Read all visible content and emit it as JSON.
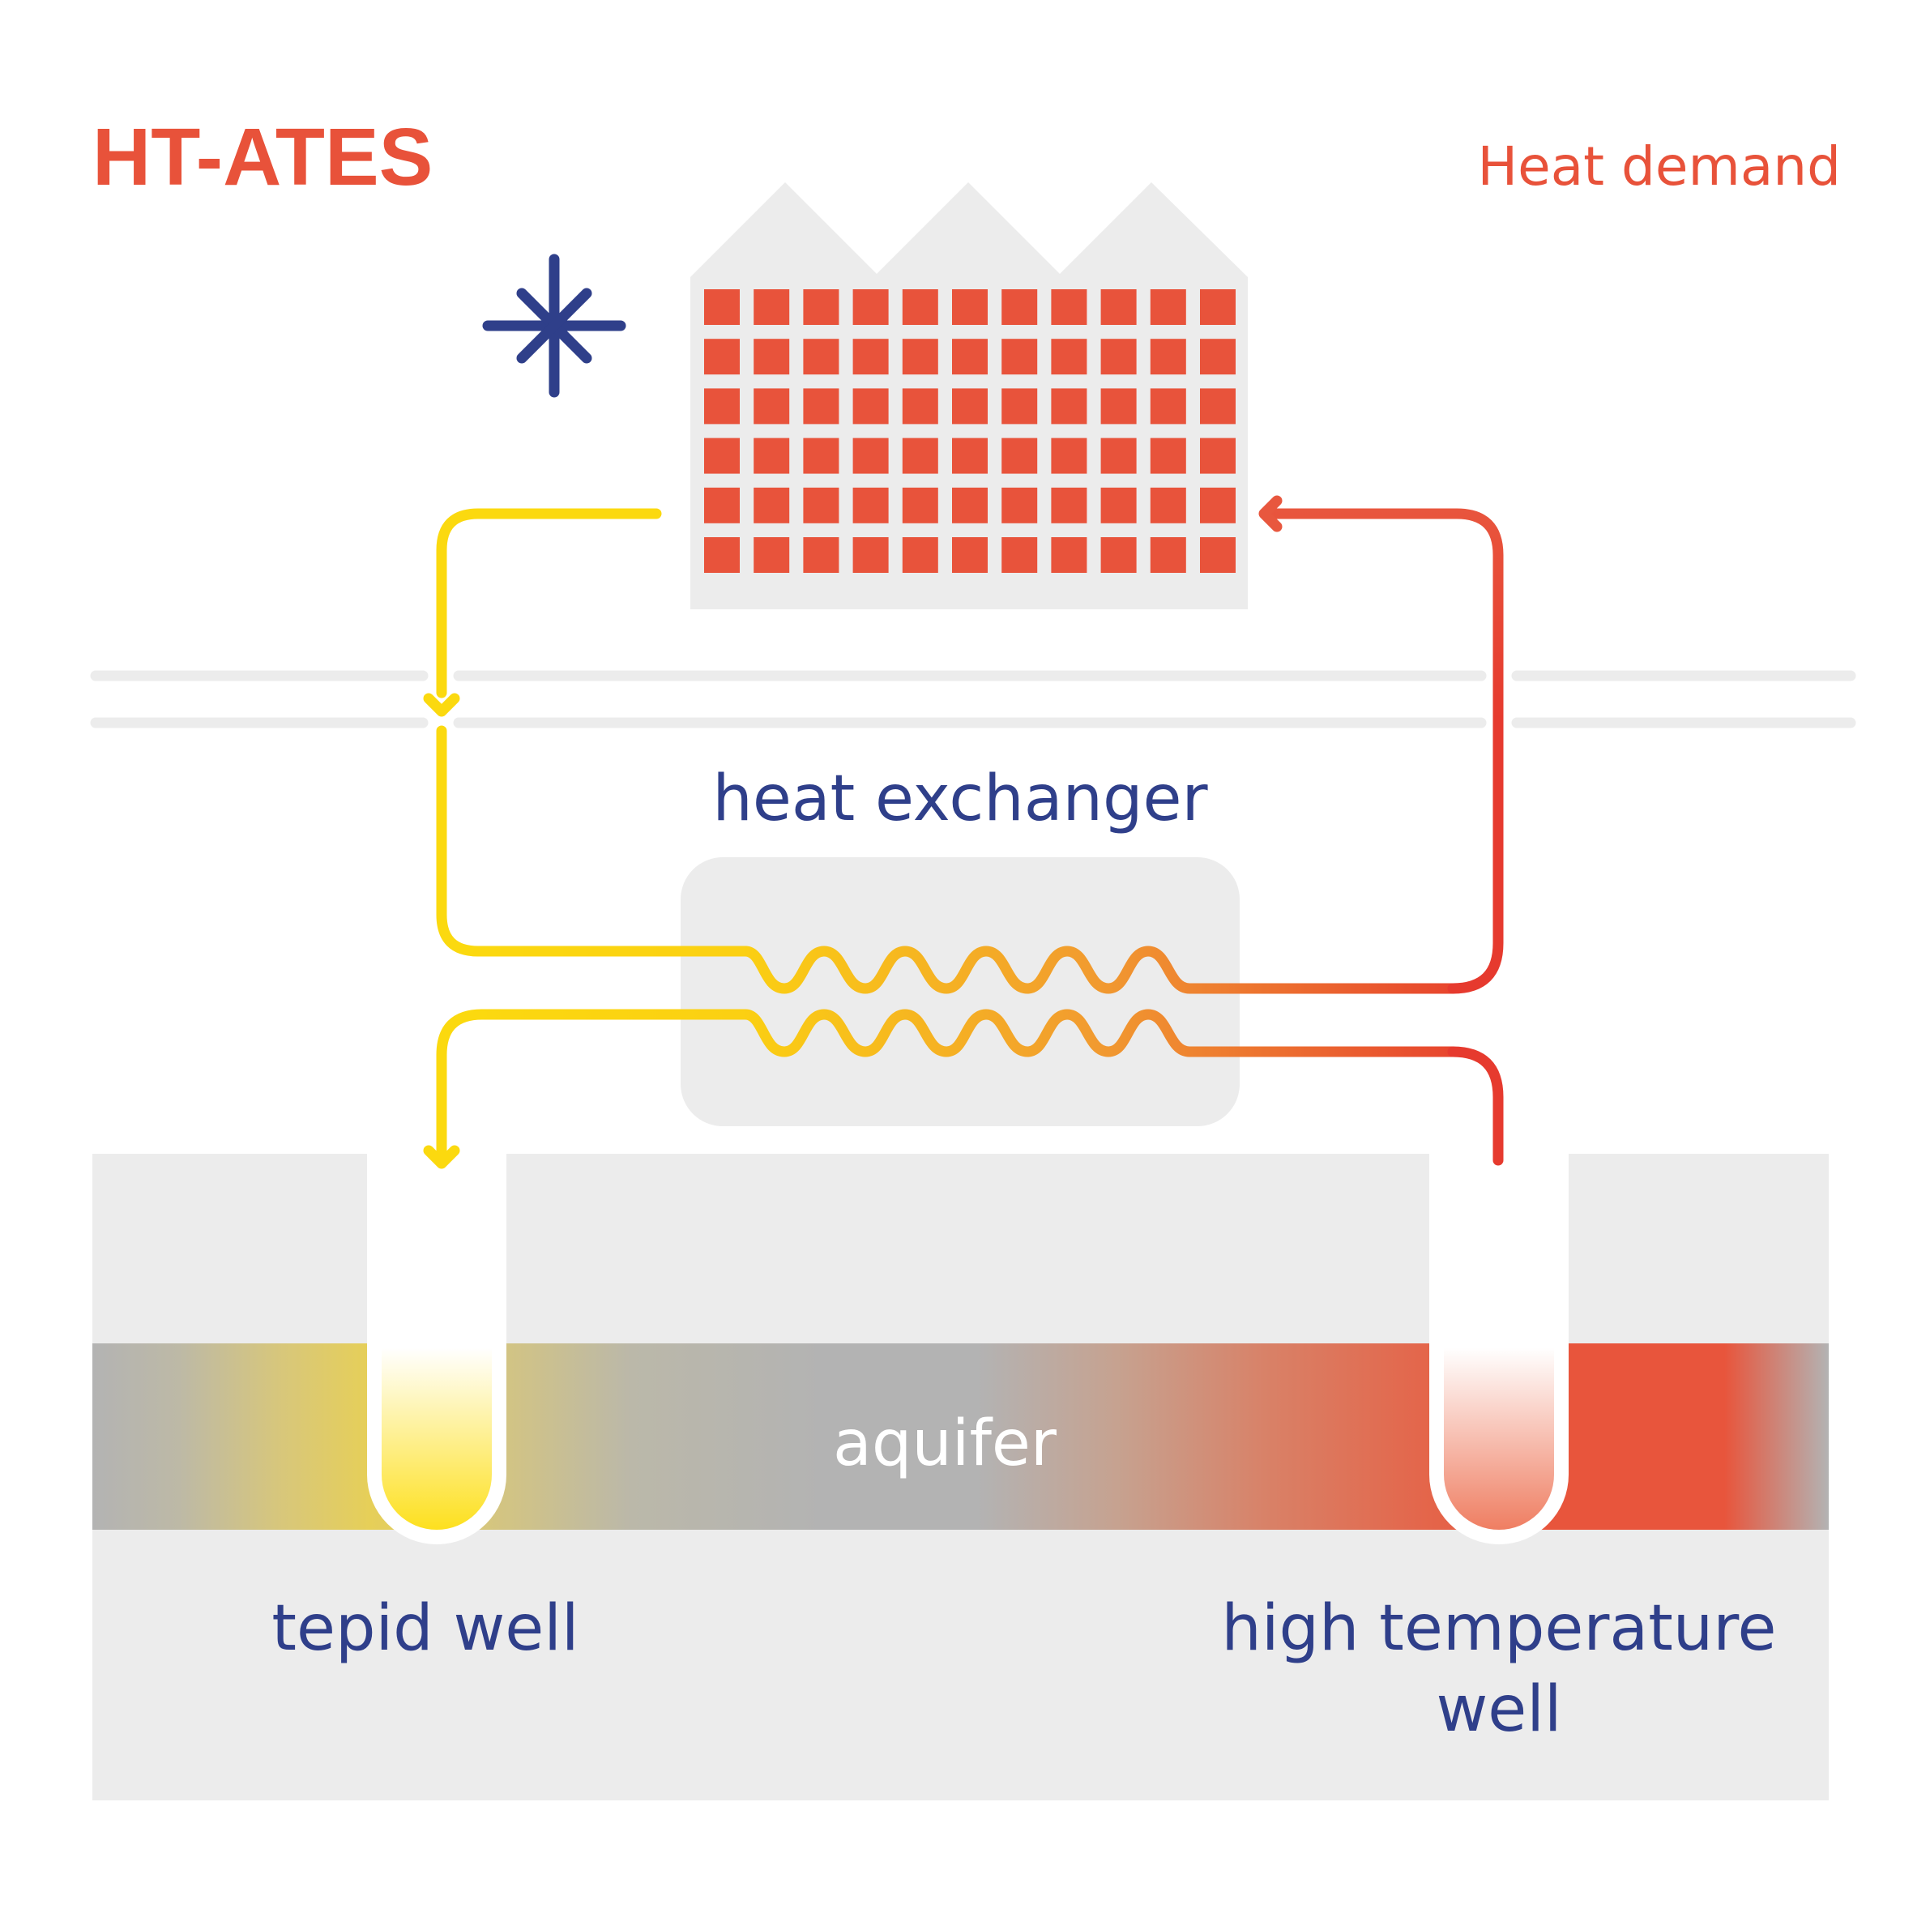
{
  "title": "HT-ATES",
  "subtitle": "Heat demand",
  "labels": {
    "heat_exchanger": "heat exchanger",
    "aquifer": "aquifer",
    "tepid_well": "tepid well",
    "high_temperature_well_line1": "high temperature",
    "high_temperature_well_line2": "well"
  },
  "icons": {
    "cold_symbol": "snowflake-icon",
    "building": "factory-building-icon"
  },
  "colors": {
    "title": "#e8523a",
    "label": "#2f3f8a",
    "cold_pipe": "#fbd90f",
    "hot_pipe": "#e63a2e",
    "building_windows": "#e8533b",
    "ground": "#ececec",
    "aquifer": "#b3b3b3"
  }
}
